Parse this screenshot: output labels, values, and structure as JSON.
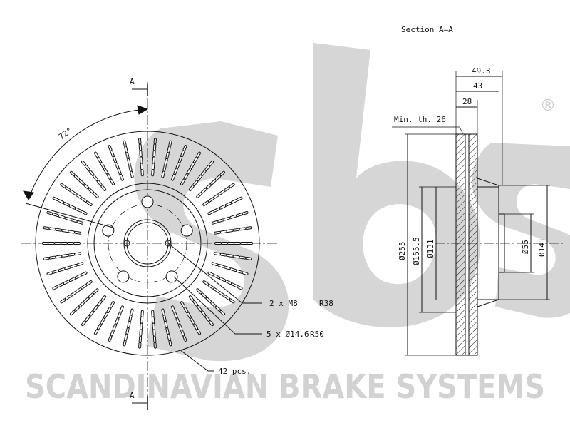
{
  "watermark": {
    "logo_text": "sbs",
    "registered_mark": "®",
    "company": "SCANDINAVIAN BRAKE SYSTEMS"
  },
  "front_view": {
    "section_mark": "A",
    "angle_label": "72°",
    "bolt_label": "2 x M8",
    "bolt_radius": "R38",
    "holes_label": "5 x Ø14.6",
    "holes_radius": "R50",
    "vent_count": "42 pcs."
  },
  "section_view": {
    "title": "Section A–A",
    "min_thickness": "Min. th. 26",
    "width_total": "49.3",
    "width_hat": "43",
    "width_disc": "28",
    "dia_outer": "Ø255",
    "dia_friction": "Ø155.5",
    "dia_hat": "Ø131",
    "dia_center": "Ø55",
    "dia_pcd": "Ø141"
  },
  "colors": {
    "line": "#111111",
    "watermark": "#d4d4d4"
  }
}
